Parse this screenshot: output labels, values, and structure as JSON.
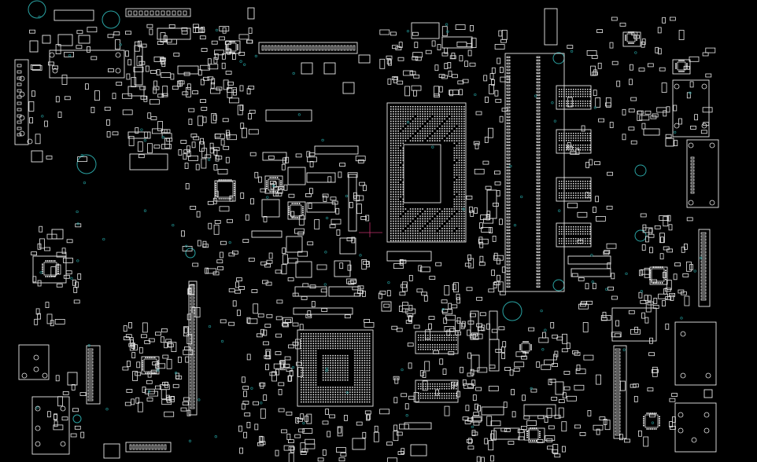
{
  "view": {
    "title": "",
    "background": "#000000",
    "outline_color": "#e8e8e8",
    "hole_color": "#2aa3a3",
    "via_color": "#1f8a8a",
    "trace_color": "#c0306a"
  },
  "components": {
    "cpu_package": "bga-cpu",
    "gpu_package": "bga-gpu",
    "memory_slot": "so-dimm-slot",
    "memory_chips": 4
  }
}
